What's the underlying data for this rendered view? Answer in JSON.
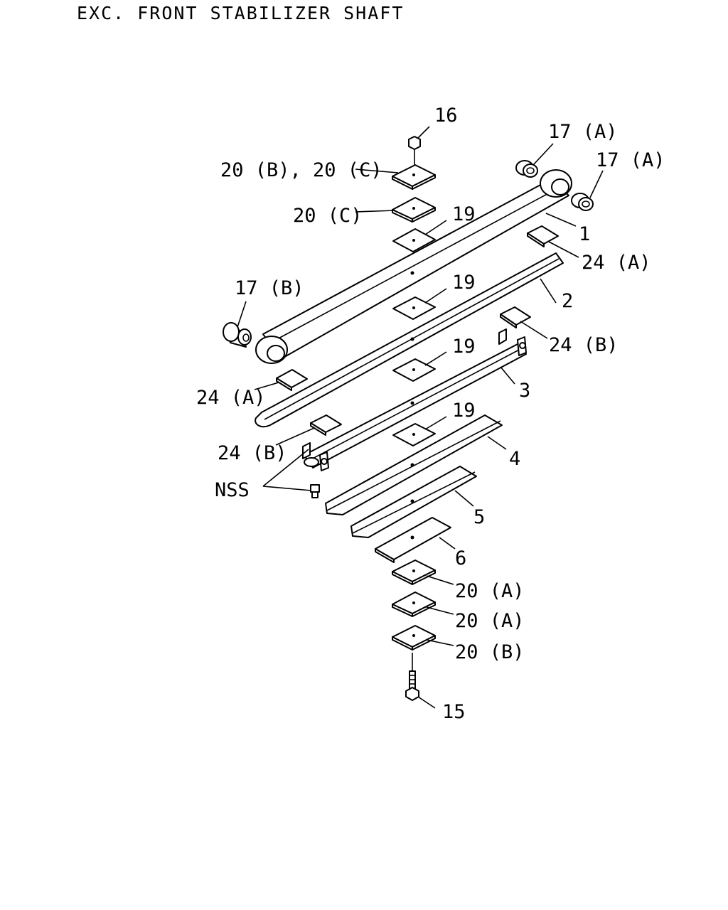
{
  "title": "EXC. FRONT STABILIZER SHAFT",
  "callouts": {
    "c16": "16",
    "c17a_1": "17 (A)",
    "c17a_2": "17 (A)",
    "c20bc": "20 (B), 20 (C)",
    "c20c": "20 (C)",
    "c19_1": "19",
    "c1": "1",
    "c24a_1": "24 (A)",
    "c17b": "17 (B)",
    "c19_2": "19",
    "c2": "2",
    "c24b_1": "24 (B)",
    "c19_3": "19",
    "c3": "3",
    "c24a_2": "24 (A)",
    "c19_4": "19",
    "c24b_2": "24 (B)",
    "c4": "4",
    "cnss": "NSS",
    "c5": "5",
    "c6": "6",
    "c20a_1": "20 (A)",
    "c20a_2": "20 (A)",
    "c20b": "20 (B)",
    "c15": "15"
  }
}
